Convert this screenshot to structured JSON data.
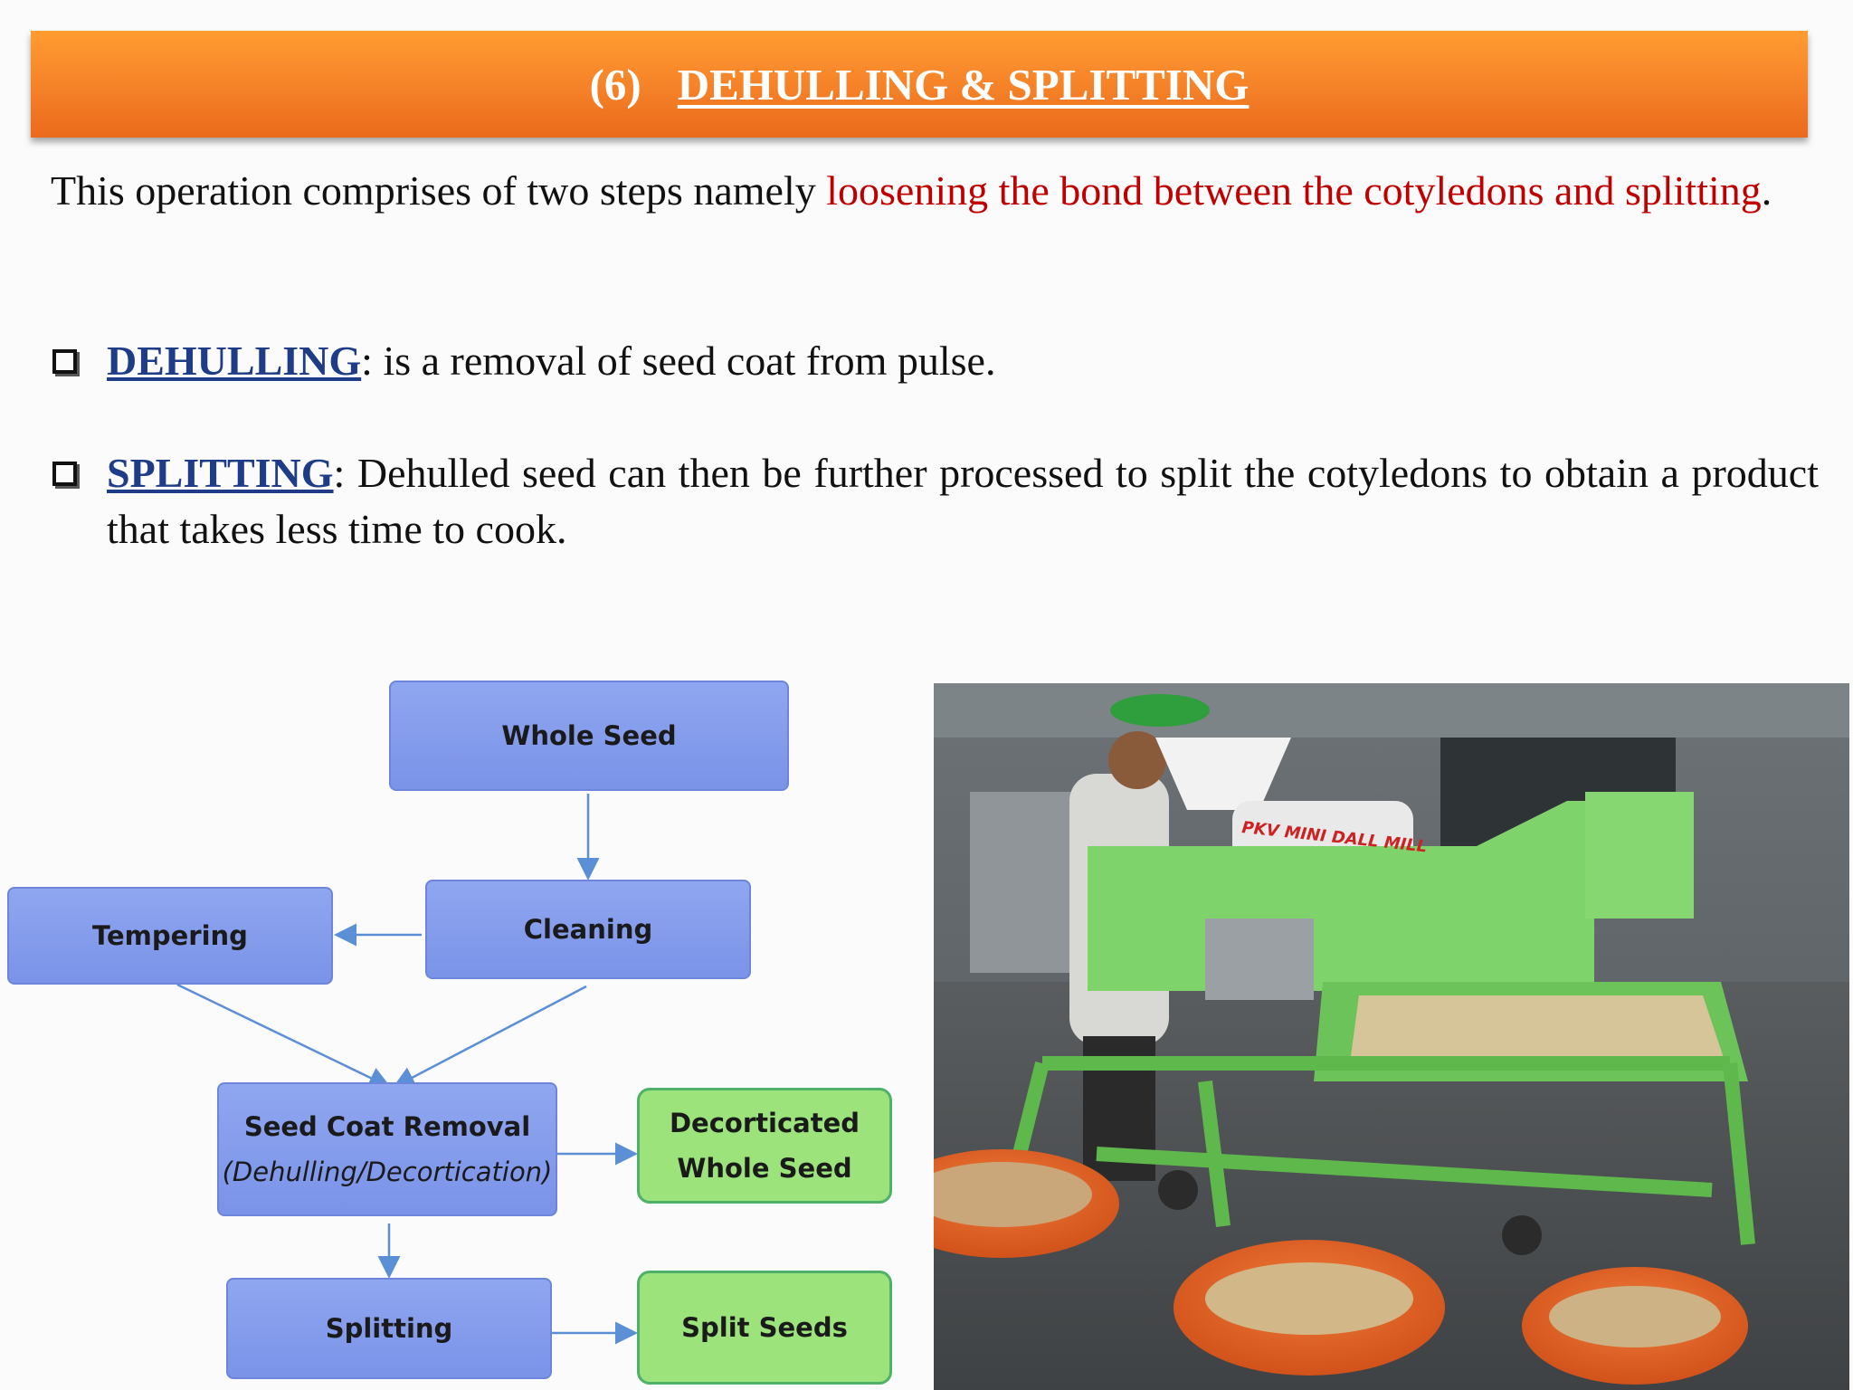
{
  "header": {
    "number": "(6)",
    "title": "DEHULLING & SPLITTING"
  },
  "intro": {
    "lead": "This operation comprises of two steps namely",
    "highlight": "loosening the bond between the cotyledons and splitting",
    "end": "."
  },
  "bullets": [
    {
      "term": "DEHULLING",
      "text": ": is a removal of seed coat from pulse."
    },
    {
      "term": "SPLITTING",
      "text": ": Dehulled seed can then be further processed to split the cotyledons to obtain a product that takes less time to cook."
    }
  ],
  "flowchart": {
    "whole_seed": "Whole Seed",
    "cleaning": "Cleaning",
    "tempering": "Tempering",
    "seed_coat_removal": "Seed Coat Removal",
    "seed_coat_removal_sub": "(Dehulling/Decortication)",
    "decorticated": "Decorticated Whole Seed",
    "splitting": "Splitting",
    "split_seeds": "Split Seeds"
  },
  "photo": {
    "machine_label": "PKV MINI DALL MILL"
  },
  "colors": {
    "banner": "#f7862a",
    "highlight": "#c00000",
    "term": "#1f3c88",
    "flow_blue": "#7b93e8",
    "flow_green": "#9be37a"
  }
}
